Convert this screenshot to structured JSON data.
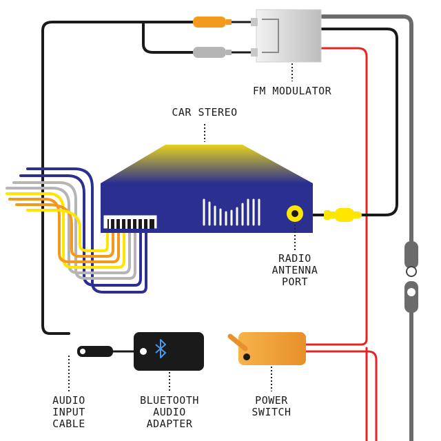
{
  "labels": {
    "fm_modulator": "FM MODULATOR",
    "car_stereo": "CAR STEREO",
    "radio_antenna_port": [
      "RADIO",
      "ANTENNA",
      "PORT"
    ],
    "audio_input_cable": [
      "AUDIO",
      "INPUT",
      "CABLE"
    ],
    "bluetooth_audio_adapter": [
      "BLUETOOTH",
      "AUDIO",
      "ADAPTER"
    ],
    "power_switch": [
      "POWER",
      "SWITCH"
    ]
  },
  "icons": {
    "bluetooth": "bluetooth-icon"
  },
  "colors": {
    "stereo_body": "#2b2f8f",
    "stereo_top_light": "#e6d21e",
    "harness_yellow": "#ffe600",
    "harness_orange": "#f39a1e",
    "harness_gray": "#b5b5b5",
    "harness_navy": "#2b2f8f",
    "wire_black": "#1a1a1a",
    "wire_red": "#e52521",
    "wire_gray": "#6b6b6b",
    "switch_orange": "#f0a030"
  }
}
